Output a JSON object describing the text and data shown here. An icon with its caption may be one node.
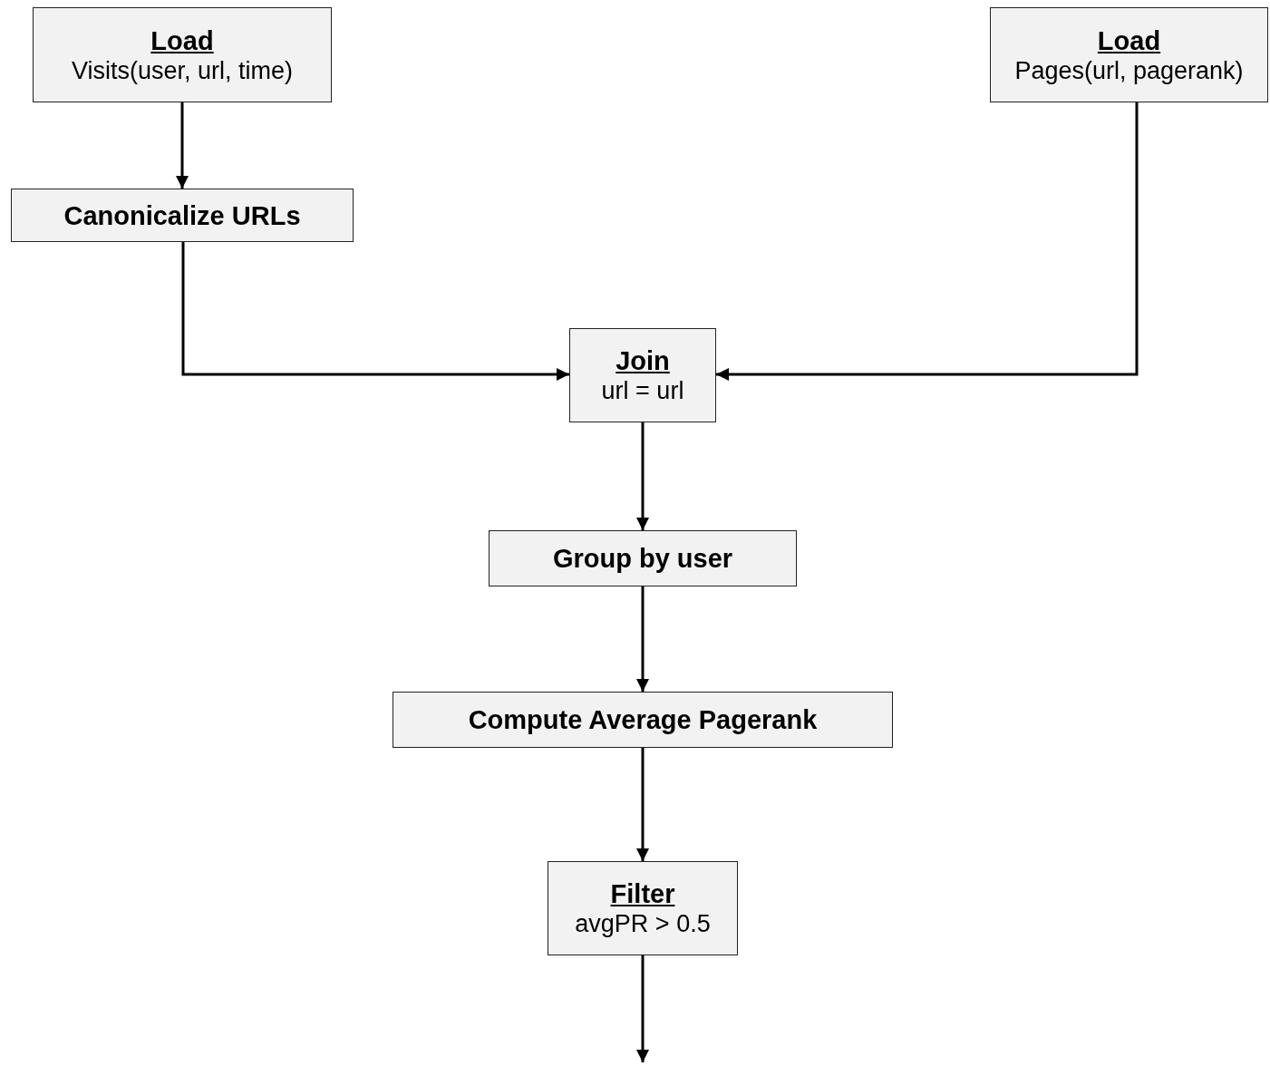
{
  "diagram": {
    "nodes": [
      {
        "text": [
          "Load",
          "Visits(user, url, time)"
        ]
      },
      {
        "text": [
          "Load",
          "Pages(url, pagerank)"
        ]
      },
      {
        "text": [
          "Canonicalize URLs"
        ]
      },
      {
        "text": [
          "Join",
          "url = url"
        ]
      },
      {
        "text": [
          "Group by user"
        ]
      },
      {
        "text": [
          "Compute Average Pagerank"
        ]
      },
      {
        "text": [
          "Filter",
          "avgPR > 0.5"
        ]
      }
    ],
    "edges": [
      {
        "from": 0,
        "to": 2,
        "arrow": "to"
      },
      {
        "from": 2,
        "to": 3,
        "arrow": "to"
      },
      {
        "from": 1,
        "to": 3,
        "arrow": "to"
      },
      {
        "from": 3,
        "to": 4,
        "arrow": "to"
      },
      {
        "from": 4,
        "to": 5,
        "arrow": "to"
      },
      {
        "from": 5,
        "to": 6,
        "arrow": "to"
      },
      {
        "from": 6,
        "to": null,
        "arrow": "to"
      }
    ]
  }
}
